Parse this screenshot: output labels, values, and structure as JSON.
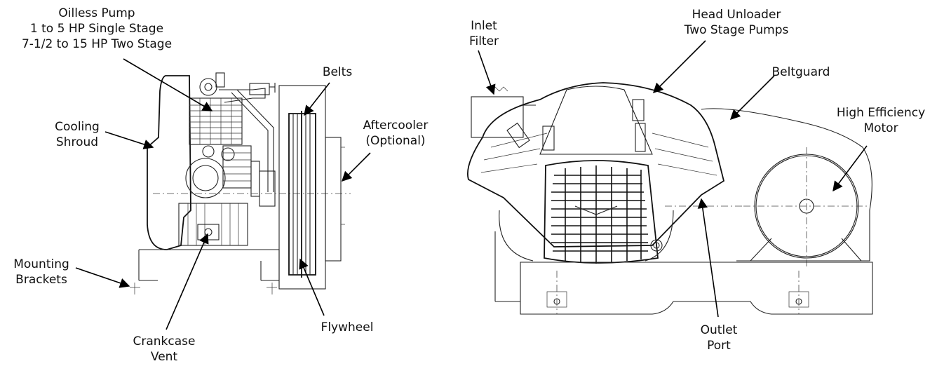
{
  "labels": {
    "oilless_pump": [
      "Oilless Pump",
      "1 to 5 HP Single Stage",
      "7-1/2 to 15 HP Two Stage"
    ],
    "cooling_shroud": [
      "Cooling",
      "Shroud"
    ],
    "belts": [
      "Belts"
    ],
    "aftercooler": [
      "Aftercooler",
      "(Optional)"
    ],
    "mounting_brackets": [
      "Mounting",
      "Brackets"
    ],
    "crankcase_vent": [
      "Crankcase",
      "Vent"
    ],
    "flywheel": [
      "Flywheel"
    ],
    "inlet_filter": [
      "Inlet",
      "Filter"
    ],
    "head_unloader": [
      "Head Unloader",
      "Two Stage Pumps"
    ],
    "beltguard": [
      "Beltguard"
    ],
    "motor": [
      "High Efficiency",
      "Motor"
    ],
    "outlet_port": [
      "Outlet",
      "Port"
    ]
  },
  "colors": {
    "line": "#222222",
    "background": "#ffffff"
  }
}
